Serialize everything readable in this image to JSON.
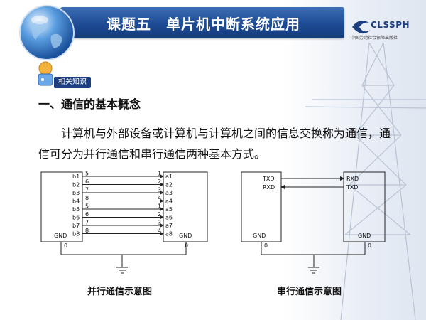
{
  "header": {
    "title": "课题五　单片机中断系统应用"
  },
  "logo": {
    "text": "CLSSPH",
    "subtitle": "中国劳动社会保障出版社"
  },
  "badge": {
    "label": "相关知识"
  },
  "section": {
    "title": "一、通信的基本概念"
  },
  "paragraph": {
    "text": "计算机与外部设备或计算机与计算机之间的信息交换称为通信，通信可分为并行通信和串行通信两种基本方式。"
  },
  "parallel": {
    "caption": "并行通信示意图",
    "left_labels": [
      "b1",
      "b2",
      "b3",
      "b4",
      "b5",
      "b6",
      "b7",
      "b8"
    ],
    "left_nums": [
      "5",
      "6",
      "7",
      "8",
      "5",
      "6",
      "7",
      "8"
    ],
    "right_labels": [
      "a1",
      "a2",
      "a3",
      "a4",
      "a5",
      "a6",
      "a7",
      "a8"
    ],
    "right_nums": [
      "1",
      "2",
      "3",
      "4",
      "1",
      "2",
      "3",
      "4"
    ],
    "gnd_left": "GND",
    "gnd_right": "GND",
    "zero_left": "0",
    "zero_right": "0"
  },
  "serial": {
    "caption": "串行通信示意图",
    "left_labels": [
      "TXD",
      "RXD"
    ],
    "right_labels": [
      "RXD",
      "TXD"
    ],
    "gnd_left": "GND",
    "gnd_right": "GND",
    "zero_left": "0",
    "zero_right": "0"
  },
  "colors": {
    "header": "#1c4a94",
    "badge": "#1d3f82",
    "line": "#222222"
  }
}
